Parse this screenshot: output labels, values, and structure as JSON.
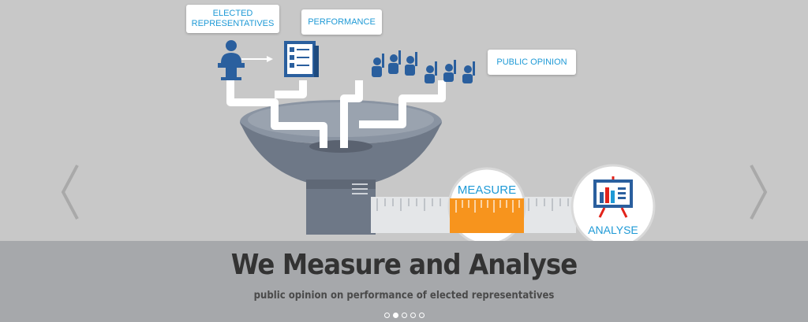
{
  "bubbles": {
    "elected": "ELECTED\nREPRESENTATIVES",
    "performance": "PERFORMANCE",
    "opinion": "PUBLIC OPINION"
  },
  "circles": {
    "measure": "MEASURE",
    "analyse": "ANALYSE"
  },
  "caption": {
    "headline": "We Measure and Analyse",
    "subline": "public opinion on performance of elected representatives"
  },
  "pager": {
    "count": 5,
    "active_index": 1
  },
  "icons": {
    "prev": "chevron-left-icon",
    "next": "chevron-right-icon",
    "speaker": "speaker-podium-icon",
    "checklist": "checklist-icon",
    "crowd": "crowd-raised-hands-icon",
    "funnel": "funnel-icon",
    "ruler": "ruler-icon",
    "chart": "chart-easel-icon"
  },
  "colors": {
    "background": "#c8c8c8",
    "caption_band": "#a6a8ab",
    "accent_blue": "#1f9ad6",
    "icon_blue": "#2a5f9e",
    "measure_orange": "#f7941d",
    "funnel_gray": "#6e7887",
    "headline": "#333333"
  }
}
